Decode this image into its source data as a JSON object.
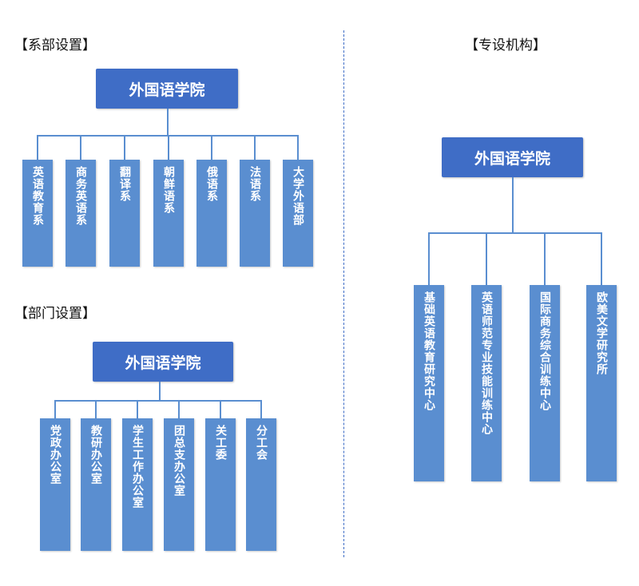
{
  "sections": {
    "departments_setting": {
      "title": "【系部设置】",
      "root": "外国语学院",
      "children": [
        "英语教育系",
        "商务英语系",
        "翻译系",
        "朝鲜语系",
        "俄语系",
        "法语系",
        "大学外语部"
      ]
    },
    "offices_setting": {
      "title": "【部门设置】",
      "root": "外国语学院",
      "children": [
        "党政办公室",
        "教研办公室",
        "学生工作办公室",
        "团总支办公室",
        "关工委",
        "分工会"
      ]
    },
    "special_institutions": {
      "title": "【专设机构】",
      "root": "外国语学院",
      "children": [
        "基础英语教育研究中心",
        "英语师范专业技能训练中心",
        "国际商务综合训练中心",
        "欧美文学研究所"
      ]
    }
  },
  "colors": {
    "root_box": "#3f6dc6",
    "child_box": "#5a8ed0",
    "connector": "#5a8ed0",
    "divider": "#3f6dc6"
  }
}
